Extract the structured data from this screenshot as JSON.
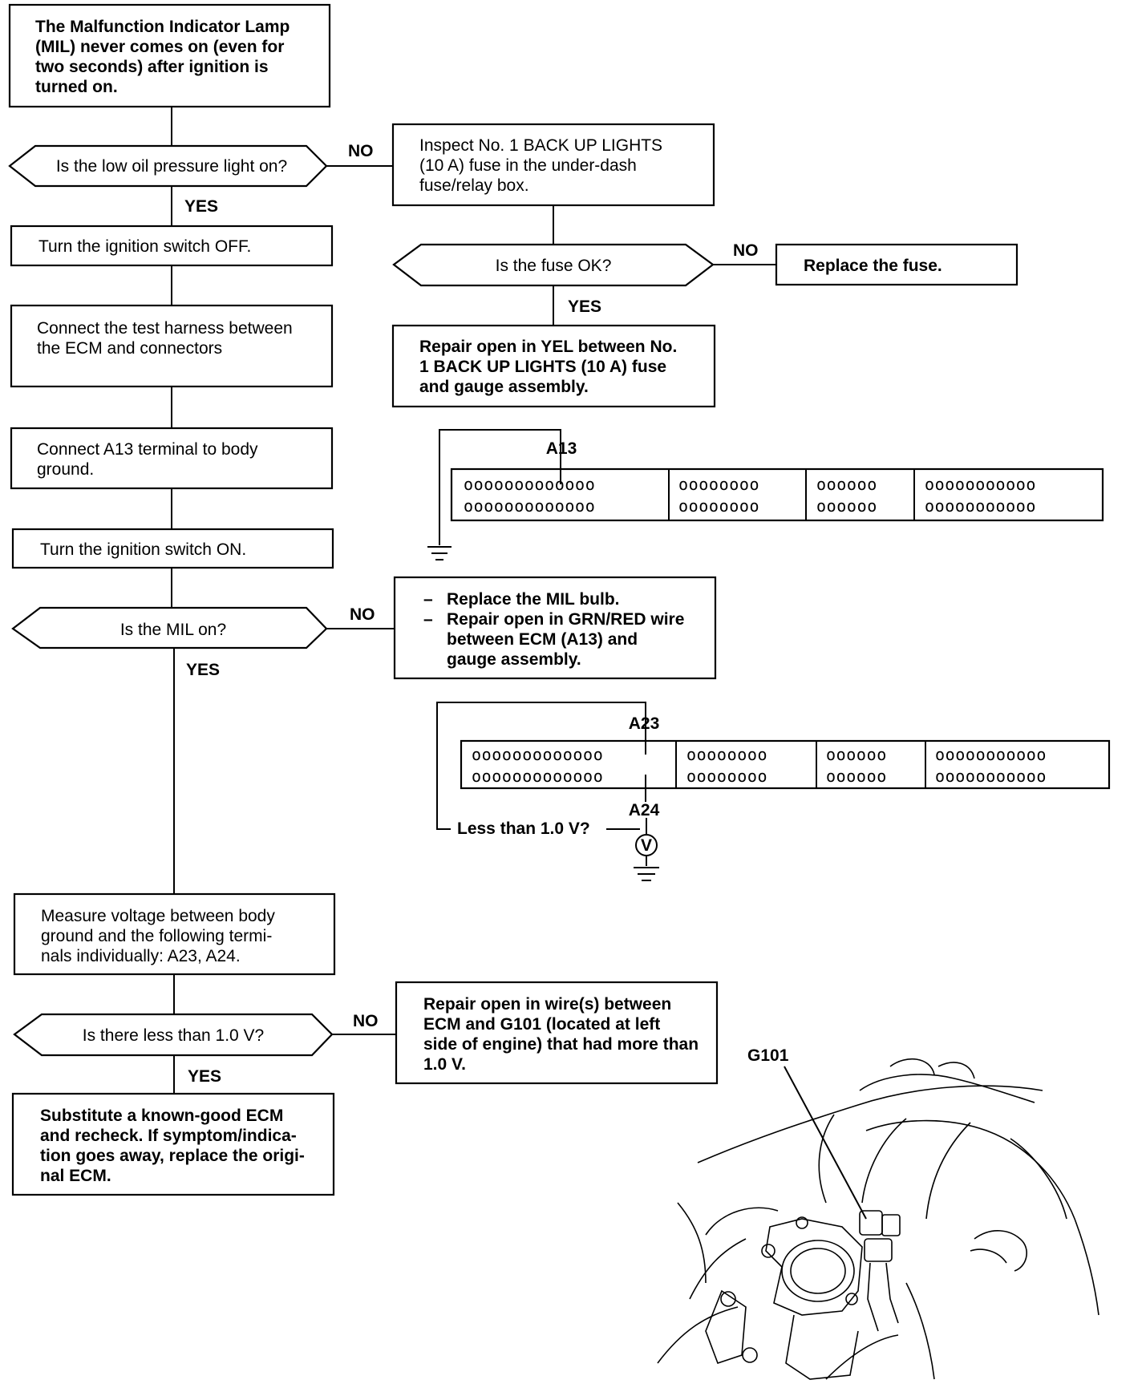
{
  "flow": {
    "start": [
      "The Malfunction Indicator Lamp",
      "(MIL) never comes on (even for",
      "two seconds) after ignition is",
      "turned on."
    ],
    "q_oil": "Is the low oil pressure light on?",
    "inspect_fuse": [
      "Inspect No. 1 BACK UP LIGHTS",
      "(10 A) fuse in the under-dash",
      "fuse/relay box."
    ],
    "q_fuse": "Is the fuse OK?",
    "replace_fuse": "Replace the fuse.",
    "repair_yel": [
      "Repair open in YEL between No.",
      "1 BACK UP LIGHTS (10 A) fuse",
      "and gauge assembly."
    ],
    "ign_off": "Turn the ignition switch OFF.",
    "connect_harness": [
      "Connect the test harness between",
      "the ECM and connectors"
    ],
    "connect_a13": [
      "Connect A13 terminal to body",
      "ground."
    ],
    "ign_on": "Turn the ignition switch ON.",
    "q_mil": "Is the MIL on?",
    "repair_mil": {
      "dash1": "–",
      "item1": "Replace the MIL bulb.",
      "dash2": "–",
      "item2": [
        "Repair open in GRN/RED wire",
        "between ECM (A13) and",
        "gauge assembly."
      ]
    },
    "measure": [
      "Measure voltage between body",
      "ground and the following termi-",
      "nals individually: A23, A24."
    ],
    "q_volt": "Is there less than 1.0 V?",
    "repair_g101": [
      "Repair open in wire(s) between",
      "ECM and G101 (located at left",
      "side of engine) that had more than",
      "1.0 V."
    ],
    "substitute": [
      "Substitute a known-good ECM",
      "and recheck. If symptom/indica-",
      "tion goes away, replace the origi-",
      "nal ECM."
    ]
  },
  "labels": {
    "yes": "YES",
    "no": "NO",
    "a13": "A13",
    "a23": "A23",
    "a24": "A24",
    "less_than": "Less than 1.0 V?",
    "meter": "V",
    "g101": "G101"
  },
  "connector": {
    "row_groups": [
      "ooooooooooooo",
      "oooooooo",
      "oooooo",
      "ooooooooooo"
    ]
  }
}
